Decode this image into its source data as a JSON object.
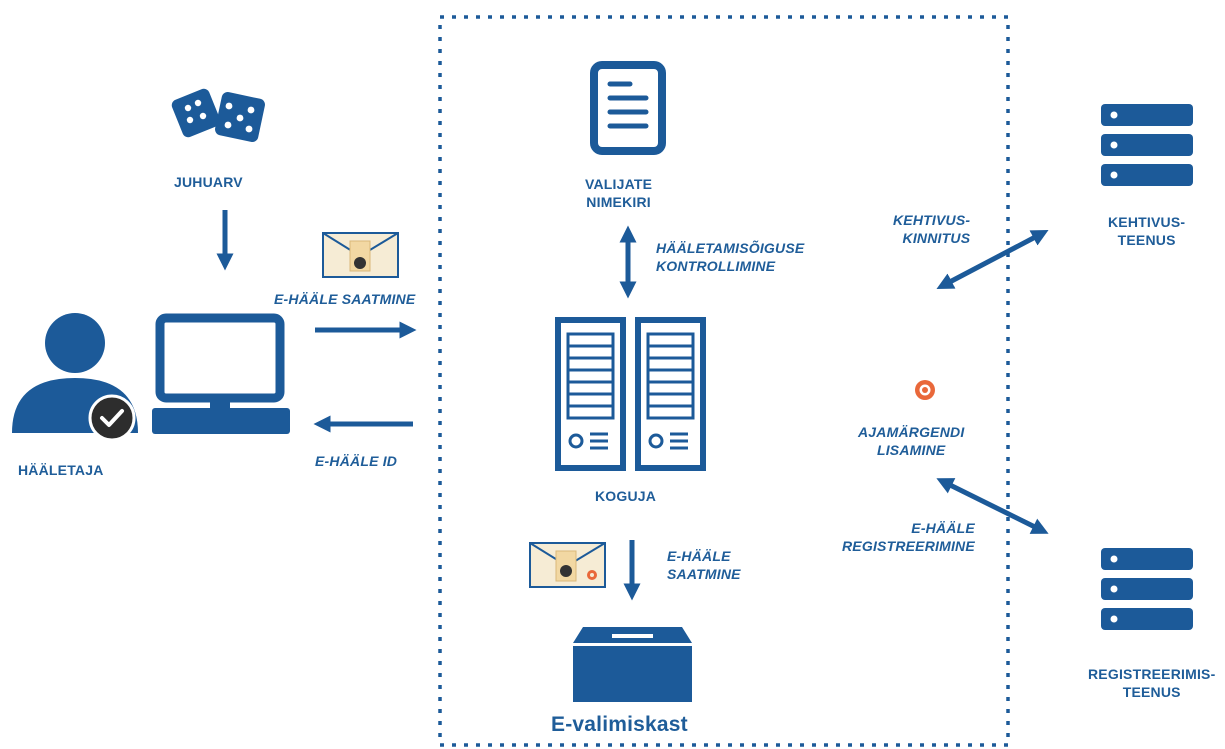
{
  "colors": {
    "primary": "#1c5a99",
    "accent": "#e9683a",
    "dark": "#333333",
    "paper": "#f6ecd5"
  },
  "labels": {
    "voter": "HÄÄLETAJA",
    "random": "JUHUARV",
    "send_vote": "E-HÄÄLE SAATMINE",
    "vote_id": "E-HÄÄLE ID",
    "voter_list": "VALIJATE\nNIMEKIRI",
    "eligibility": "HÄÄLETAMISÕIGUSE\nKONTROLLIMINE",
    "collector": "KOGUJA",
    "send_vote2": "E-HÄÄLE\nSAATMINE",
    "ballot_box": "E-valimiskast",
    "validity_confirm": "KEHTIVUS-\nKINNITUS",
    "validity_service": "KEHTIVUS-\nTEENUS",
    "timestamp": "AJAMÄRGENDI\nLISAMINE",
    "registration": "E-HÄÄLE\nREGISTREERIMINE",
    "registration_service": "REGISTREERIMIS-\nTEENUS"
  },
  "icons": [
    "dice-icon",
    "computer-icon",
    "voter-icon",
    "check-icon",
    "envelope-icon",
    "document-icon",
    "server-tower-icon",
    "ballot-box-icon",
    "server-rack-icon",
    "timestamp-icon"
  ]
}
